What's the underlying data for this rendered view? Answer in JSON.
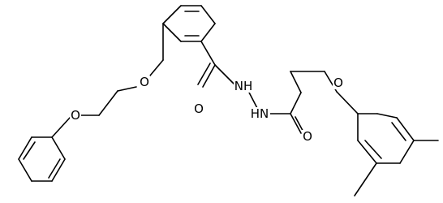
{
  "molecule": {
    "atom_labels": {
      "ether_o_1": "O",
      "ether_o_2": "O",
      "carbonyl_o_1": "O",
      "hydrazide_nh_1": "NH",
      "hydrazide_nh_2": "HN",
      "carbonyl_o_2": "O",
      "ether_o_3": "O"
    }
  }
}
